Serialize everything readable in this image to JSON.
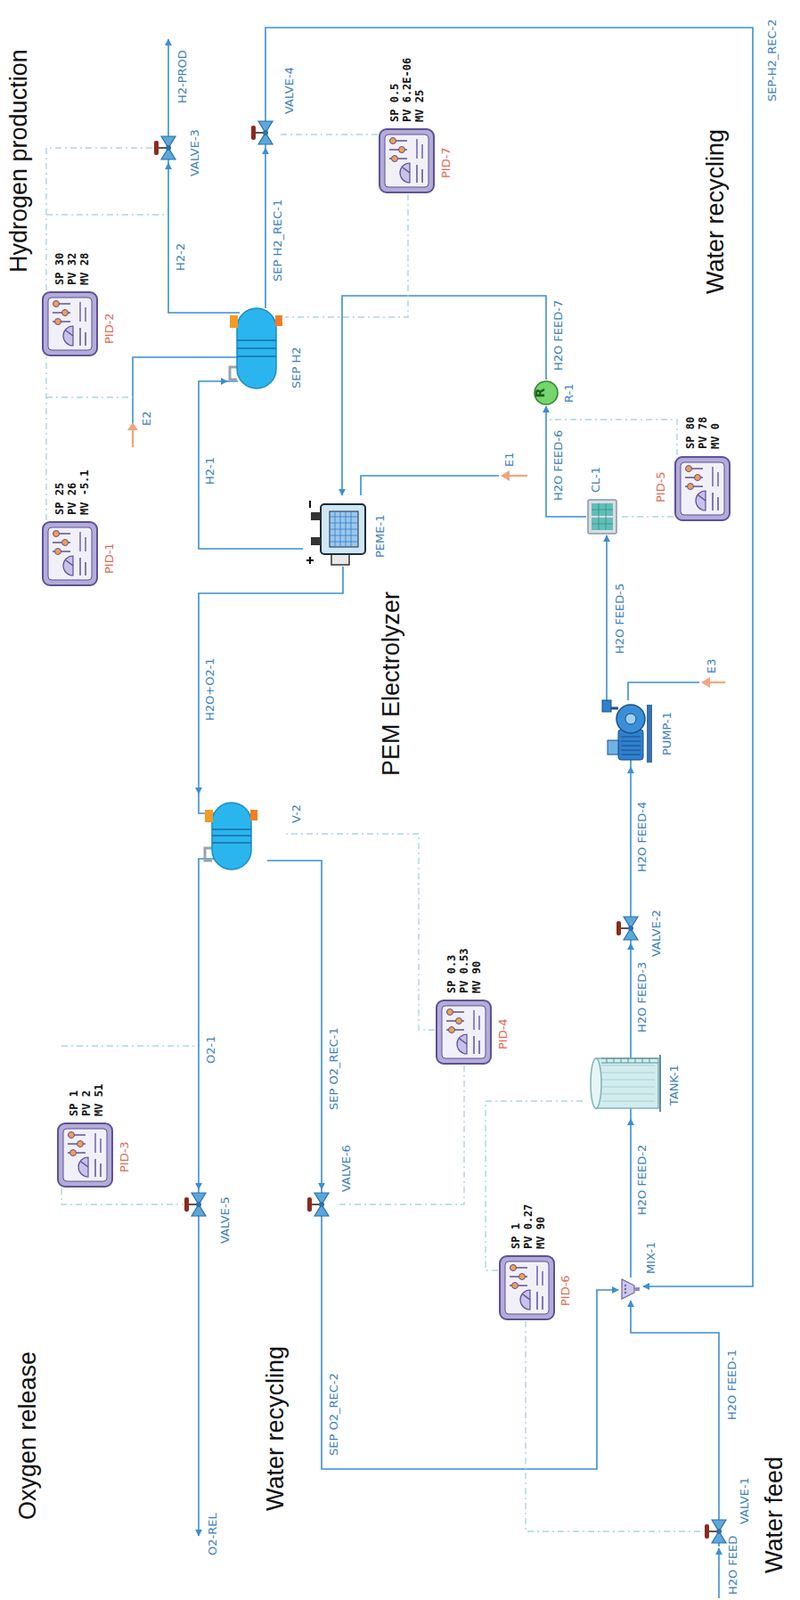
{
  "diagram": {
    "nodes": [
      {
        "text": [
          "VALVE-1"
        ]
      },
      {
        "text": [
          "MIX-1"
        ]
      },
      {
        "text": [
          "TANK-1"
        ]
      },
      {
        "text": [
          "VALVE-2"
        ]
      },
      {
        "text": [
          "PUMP-1"
        ]
      },
      {
        "text": [
          "CL-1"
        ]
      },
      {
        "text": [
          "R-1",
          "R"
        ]
      },
      {
        "text": [
          "PEME-1"
        ]
      },
      {
        "text": [
          "SEP H2"
        ]
      },
      {
        "text": [
          "V-2"
        ]
      },
      {
        "text": [
          "VALVE-3"
        ]
      },
      {
        "text": [
          "VALVE-4"
        ]
      },
      {
        "text": [
          "VALVE-5"
        ]
      },
      {
        "text": [
          "VALVE-6"
        ]
      },
      {
        "text": [
          "PID-1",
          "SP 25",
          "PV 26",
          "MV -5.1"
        ]
      },
      {
        "text": [
          "PID-2",
          "SP 30",
          "PV 32",
          "MV 28"
        ]
      },
      {
        "text": [
          "PID-3",
          "SP 1",
          "PV 2",
          "MV 51"
        ]
      },
      {
        "text": [
          "PID-4",
          "SP 0.3",
          "PV 0.53",
          "MV 90"
        ]
      },
      {
        "text": [
          "PID-5",
          "SP 80",
          "PV 78",
          "MV 0"
        ]
      },
      {
        "text": [
          "PID-6",
          "SP 1",
          "PV 0.27",
          "MV 90"
        ]
      },
      {
        "text": [
          "PID-7",
          "SP 0.5",
          "PV 6.2E-06",
          "MV 25"
        ]
      }
    ],
    "edges": [
      {
        "from": 0,
        "to": 1,
        "arrow": "to",
        "label": "H2O FEED-1"
      },
      {
        "from": 1,
        "to": 2,
        "arrow": "to",
        "label": "H2O FEED-2"
      },
      {
        "from": 2,
        "to": 3,
        "arrow": "to",
        "label": "H2O FEED-3"
      },
      {
        "from": 3,
        "to": 4,
        "arrow": "to",
        "label": "H2O FEED-4"
      },
      {
        "from": 4,
        "to": 5,
        "arrow": "to",
        "label": "H2O FEED-5"
      },
      {
        "from": 5,
        "to": 6,
        "arrow": "to",
        "label": "H2O FEED-6"
      },
      {
        "from": 6,
        "to": 7,
        "arrow": "to",
        "label": "H2O FEED-7"
      },
      {
        "from": 7,
        "to": 8,
        "arrow": "to",
        "label": "H2-1"
      },
      {
        "from": 7,
        "to": 9,
        "arrow": "to",
        "label": "H2O+O2-1"
      },
      {
        "from": 8,
        "to": 10,
        "arrow": "to",
        "label": "H2-2"
      },
      {
        "from": 8,
        "to": 11,
        "arrow": "to",
        "label": "SEP H2_REC-1"
      },
      {
        "from": 11,
        "to": 1,
        "arrow": "to",
        "label": "SEP-H2_REC-2"
      },
      {
        "from": 9,
        "to": 12,
        "arrow": "to",
        "label": "O2-1"
      },
      {
        "from": 9,
        "to": 13,
        "arrow": "to",
        "label": "SEP O2_REC-1"
      },
      {
        "from": 13,
        "to": 1,
        "arrow": "to",
        "label": "SEP O2_REC-2"
      },
      {
        "from": 14,
        "to": 15,
        "arrow": "none"
      },
      {
        "from": 15,
        "to": 10,
        "arrow": "none"
      },
      {
        "from": 16,
        "to": 12,
        "arrow": "none"
      },
      {
        "from": 17,
        "to": 9,
        "arrow": "none"
      },
      {
        "from": 17,
        "to": 13,
        "arrow": "none"
      },
      {
        "from": 18,
        "to": 5,
        "arrow": "none"
      },
      {
        "from": 19,
        "to": 2,
        "arrow": "none"
      },
      {
        "from": 19,
        "to": 0,
        "arrow": "none"
      },
      {
        "from": 20,
        "to": 8,
        "arrow": "none"
      },
      {
        "from": 20,
        "to": 11,
        "arrow": "none"
      }
    ],
    "labels": [
      "Hydrogen production",
      "Water recycling",
      "PEM Electrolyzer",
      "Oxygen release",
      "Water recycling",
      "Water feed",
      "H2-PROD",
      "O2-REL",
      "H2O FEED",
      "E1",
      "E2",
      "E3"
    ]
  }
}
